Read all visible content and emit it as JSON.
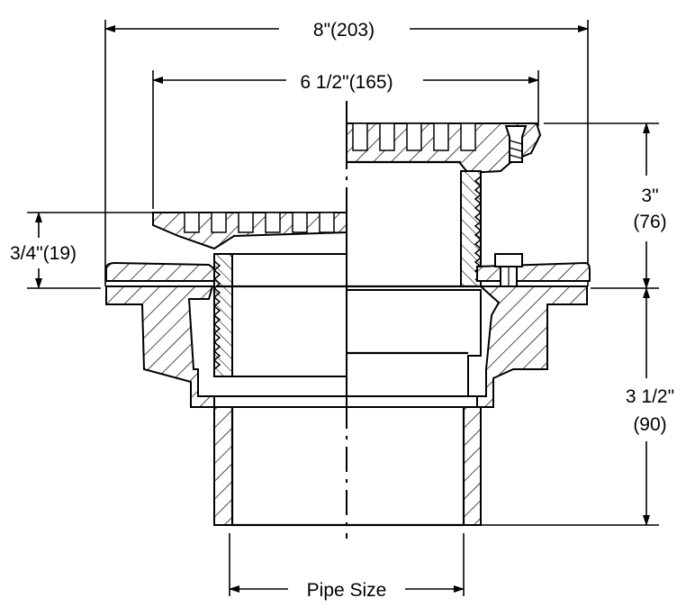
{
  "dimensions": {
    "overall_width": "8\"(203)",
    "grate_width": "6 1/2\"(165)",
    "grate_adjust": "3/4\"(19)",
    "top_height_value": "3\"",
    "top_height_metric": "(76)",
    "body_height_value": "3 1/2\"",
    "body_height_metric": "(90)",
    "pipe_size": "Pipe Size"
  }
}
